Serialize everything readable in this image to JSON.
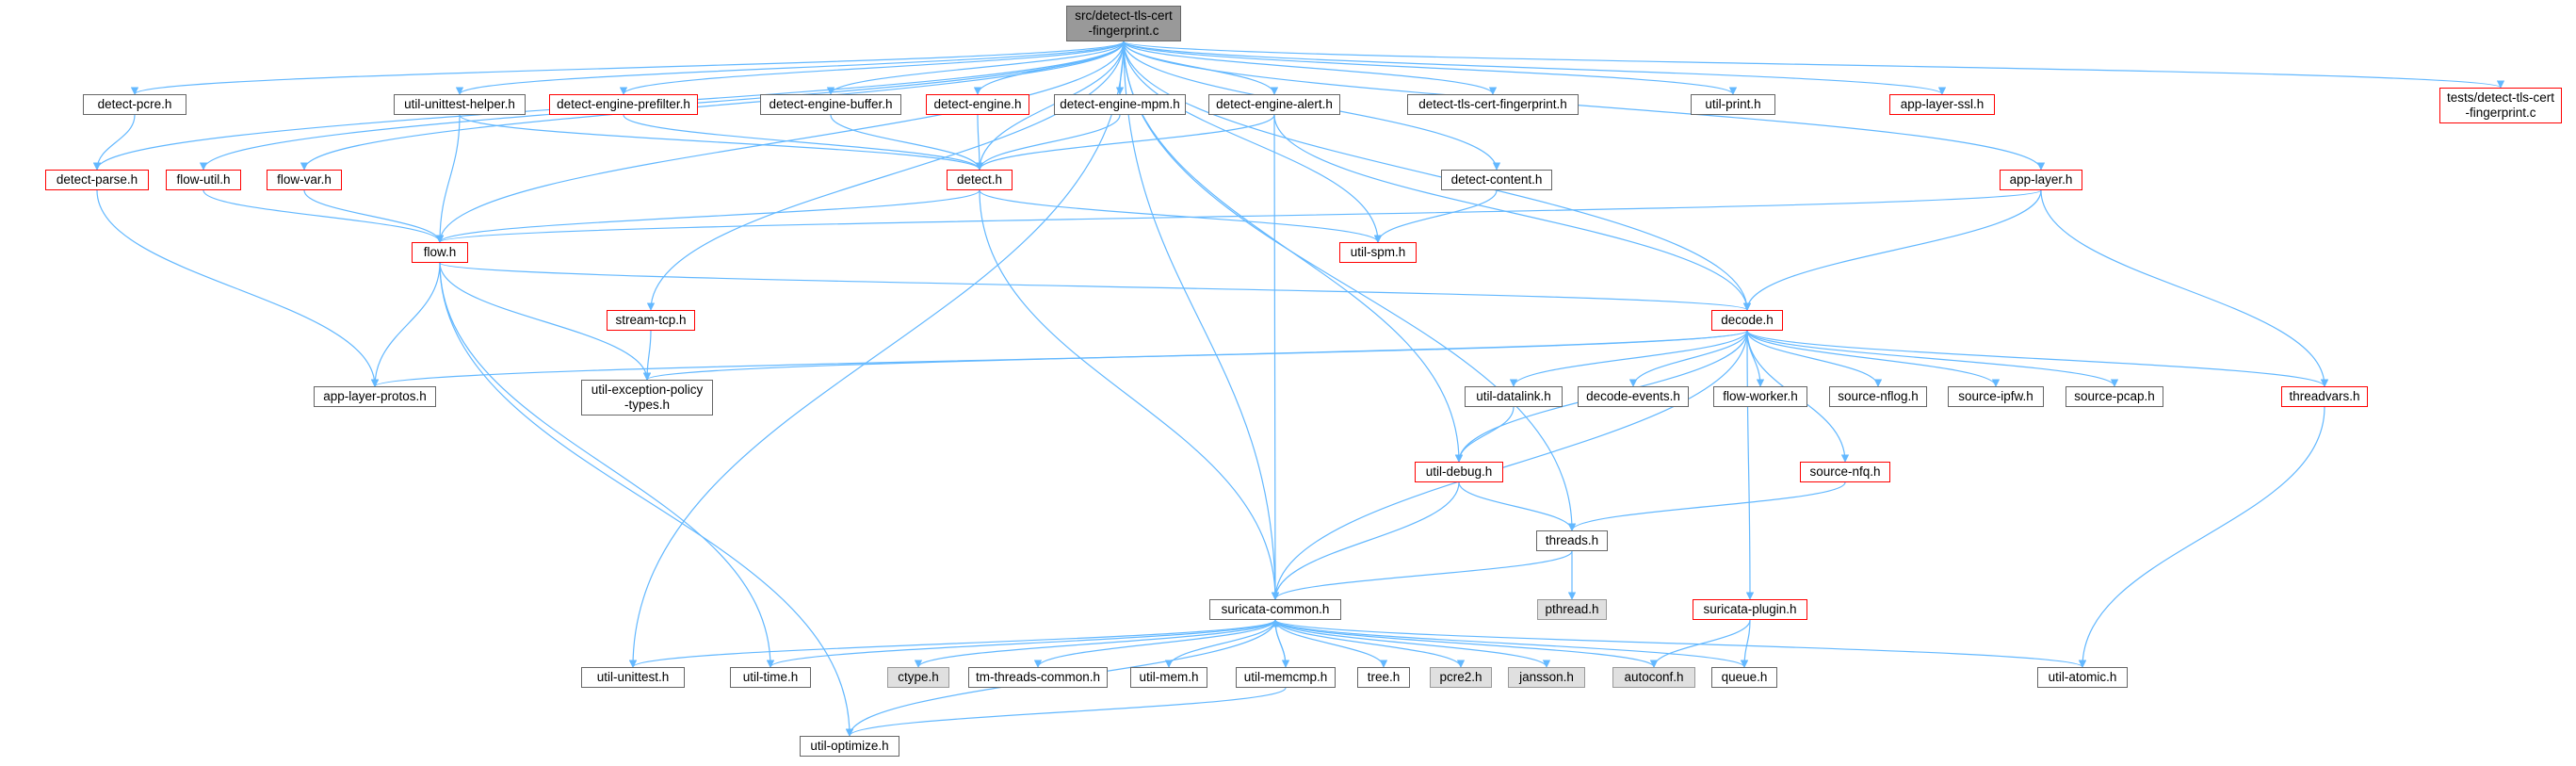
{
  "colors": {
    "edge": "#63b8ff",
    "node_border": "#666666",
    "node_border_red": "#ff0000",
    "gray_fill": "#e0e0e0",
    "root_fill": "#999999"
  },
  "nodes": {
    "root": "src/detect-tls-cert\n-fingerprint.c",
    "detect_pcre": "detect-pcre.h",
    "util_unittest_helper": "util-unittest-helper.h",
    "detect_engine_prefilter": "detect-engine-prefilter.h",
    "detect_engine_buffer": "detect-engine-buffer.h",
    "detect_engine": "detect-engine.h",
    "detect_engine_mpm": "detect-engine-mpm.h",
    "detect_engine_alert": "detect-engine-alert.h",
    "detect_tls_cert_fp": "detect-tls-cert-fingerprint.h",
    "util_print": "util-print.h",
    "app_layer_ssl": "app-layer-ssl.h",
    "tests_file": "tests/detect-tls-cert\n-fingerprint.c",
    "detect_parse": "detect-parse.h",
    "flow_util": "flow-util.h",
    "flow_var": "flow-var.h",
    "detect_h": "detect.h",
    "detect_content": "detect-content.h",
    "app_layer": "app-layer.h",
    "flow_h": "flow.h",
    "util_spm": "util-spm.h",
    "stream_tcp": "stream-tcp.h",
    "decode_h": "decode.h",
    "app_layer_protos": "app-layer-protos.h",
    "util_exception": "util-exception-policy\n-types.h",
    "util_datalink": "util-datalink.h",
    "decode_events": "decode-events.h",
    "flow_worker": "flow-worker.h",
    "source_nflog": "source-nflog.h",
    "source_ipfw": "source-ipfw.h",
    "source_pcap": "source-pcap.h",
    "threadvars": "threadvars.h",
    "util_debug": "util-debug.h",
    "source_nfq": "source-nfq.h",
    "threads_h": "threads.h",
    "pthread": "pthread.h",
    "suricata_common": "suricata-common.h",
    "suricata_plugin": "suricata-plugin.h",
    "util_unittest": "util-unittest.h",
    "util_time": "util-time.h",
    "ctype": "ctype.h",
    "tm_threads_common": "tm-threads-common.h",
    "util_mem": "util-mem.h",
    "util_memcmp": "util-memcmp.h",
    "tree": "tree.h",
    "pcre2": "pcre2.h",
    "jansson": "jansson.h",
    "autoconf": "autoconf.h",
    "queue": "queue.h",
    "util_atomic": "util-atomic.h",
    "util_optimize": "util-optimize.h"
  },
  "edges": [
    [
      "root",
      "detect_pcre"
    ],
    [
      "root",
      "util_unittest_helper"
    ],
    [
      "root",
      "detect_engine_prefilter"
    ],
    [
      "root",
      "detect_engine_buffer"
    ],
    [
      "root",
      "detect_engine"
    ],
    [
      "root",
      "detect_engine_mpm"
    ],
    [
      "root",
      "detect_engine_alert"
    ],
    [
      "root",
      "detect_tls_cert_fp"
    ],
    [
      "root",
      "util_print"
    ],
    [
      "root",
      "app_layer_ssl"
    ],
    [
      "root",
      "tests_file"
    ],
    [
      "root",
      "detect_parse"
    ],
    [
      "root",
      "flow_util"
    ],
    [
      "root",
      "flow_var"
    ],
    [
      "root",
      "detect_h"
    ],
    [
      "root",
      "detect_content"
    ],
    [
      "root",
      "app_layer"
    ],
    [
      "root",
      "flow_h"
    ],
    [
      "root",
      "util_spm"
    ],
    [
      "root",
      "stream_tcp"
    ],
    [
      "root",
      "decode_h"
    ],
    [
      "root",
      "util_debug"
    ],
    [
      "root",
      "threads_h"
    ],
    [
      "root",
      "suricata_common"
    ],
    [
      "root",
      "util_unittest"
    ],
    [
      "detect_pcre",
      "detect_parse"
    ],
    [
      "util_unittest_helper",
      "flow_h"
    ],
    [
      "util_unittest_helper",
      "detect_h"
    ],
    [
      "detect_engine_prefilter",
      "detect_h"
    ],
    [
      "detect_engine_buffer",
      "detect_h"
    ],
    [
      "detect_engine",
      "detect_h"
    ],
    [
      "detect_engine_mpm",
      "detect_h"
    ],
    [
      "detect_engine_alert",
      "detect_h"
    ],
    [
      "detect_engine_alert",
      "suricata_common"
    ],
    [
      "detect_engine_alert",
      "decode_h"
    ],
    [
      "detect_parse",
      "app_layer_protos"
    ],
    [
      "flow_util",
      "flow_h"
    ],
    [
      "flow_var",
      "flow_h"
    ],
    [
      "detect_h",
      "flow_h"
    ],
    [
      "detect_h",
      "util_spm"
    ],
    [
      "detect_h",
      "suricata_common"
    ],
    [
      "detect_content",
      "util_spm"
    ],
    [
      "app_layer",
      "flow_h"
    ],
    [
      "app_layer",
      "decode_h"
    ],
    [
      "app_layer",
      "threadvars"
    ],
    [
      "flow_h",
      "decode_h"
    ],
    [
      "flow_h",
      "app_layer_protos"
    ],
    [
      "flow_h",
      "util_exception"
    ],
    [
      "flow_h",
      "util_time"
    ],
    [
      "flow_h",
      "util_optimize"
    ],
    [
      "stream_tcp",
      "util_exception"
    ],
    [
      "decode_h",
      "app_layer_protos"
    ],
    [
      "decode_h",
      "util_exception"
    ],
    [
      "decode_h",
      "util_datalink"
    ],
    [
      "decode_h",
      "decode_events"
    ],
    [
      "decode_h",
      "flow_worker"
    ],
    [
      "decode_h",
      "source_nflog"
    ],
    [
      "decode_h",
      "source_ipfw"
    ],
    [
      "decode_h",
      "source_pcap"
    ],
    [
      "decode_h",
      "threadvars"
    ],
    [
      "decode_h",
      "util_debug"
    ],
    [
      "decode_h",
      "source_nfq"
    ],
    [
      "decode_h",
      "suricata_plugin"
    ],
    [
      "decode_h",
      "suricata_common"
    ],
    [
      "util_datalink",
      "util_debug"
    ],
    [
      "util_debug",
      "threads_h"
    ],
    [
      "util_debug",
      "suricata_common"
    ],
    [
      "source_nfq",
      "threads_h"
    ],
    [
      "threadvars",
      "util_atomic"
    ],
    [
      "threads_h",
      "pthread"
    ],
    [
      "threads_h",
      "suricata_common"
    ],
    [
      "suricata_plugin",
      "autoconf"
    ],
    [
      "suricata_plugin",
      "queue"
    ],
    [
      "suricata_common",
      "util_unittest"
    ],
    [
      "suricata_common",
      "util_time"
    ],
    [
      "suricata_common",
      "ctype"
    ],
    [
      "suricata_common",
      "tm_threads_common"
    ],
    [
      "suricata_common",
      "util_mem"
    ],
    [
      "suricata_common",
      "util_memcmp"
    ],
    [
      "suricata_common",
      "tree"
    ],
    [
      "suricata_common",
      "pcre2"
    ],
    [
      "suricata_common",
      "jansson"
    ],
    [
      "suricata_common",
      "autoconf"
    ],
    [
      "suricata_common",
      "queue"
    ],
    [
      "suricata_common",
      "util_atomic"
    ],
    [
      "suricata_common",
      "util_optimize"
    ],
    [
      "util_memcmp",
      "suricata_common"
    ],
    [
      "util_memcmp",
      "util_optimize"
    ]
  ]
}
